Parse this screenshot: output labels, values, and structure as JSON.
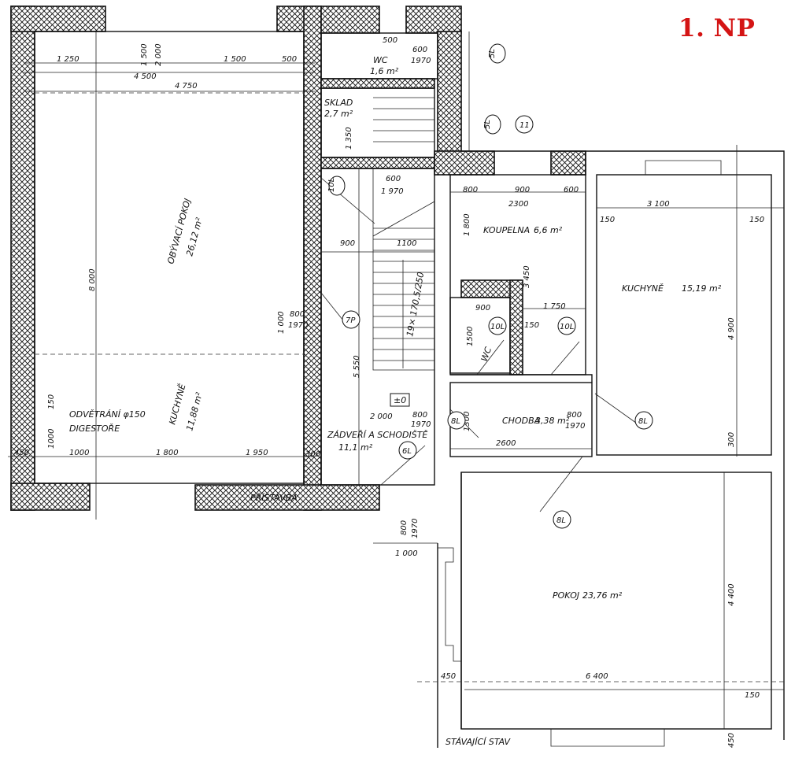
{
  "title": "1. NP",
  "rooms": {
    "obyvaci": "OBÝVACÍ POKOJ",
    "obyvaci_area": "26,12 m²",
    "kuchyne_left": "KUCHYNĚ",
    "kuchyne_left_area": "11,88 m²",
    "odvetrani": "ODVĚTRÁNÍ φ150",
    "digestore": "DIGESTOŘE",
    "zadveri": "ZÁDVEŘÍ A SCHODIŠTĚ",
    "zadveri_area": "11,1 m²",
    "wc_top": "WC",
    "wc_top_area": "1,6 m²",
    "sklad": "SKLAD",
    "sklad_area": "2,7 m²",
    "koupelna": "KOUPELNA",
    "koupelna_area": "6,6 m²",
    "wc_mid": "WC",
    "chodba": "CHODBA",
    "chodba_area": "3,38 m²",
    "kuchyne_right": "KUCHYNĚ",
    "kuchyne_right_area": "15,19 m²",
    "pokoj": "POKOJ",
    "pokoj_area": "23,76 m²",
    "pristavba": "PŘÍSTAVBA",
    "stavajici": "STÁVAJÍCÍ STAV",
    "level": "±0",
    "stairs": "19× 170,5/250"
  },
  "dimensions": {
    "d1250": "1 250",
    "d1500a": "1 500",
    "d2000": "2 000",
    "d1500b": "1 500",
    "d500a": "500",
    "d4500": "4 500",
    "d4750": "4 750",
    "d8000": "8 000",
    "d1000a": "1 000",
    "d1800": "1 800",
    "d1950": "1 950",
    "d150a": "150",
    "d1000b": "1000",
    "d450a": "450",
    "d300a": "300",
    "d800a": "800",
    "d1970a": "1970",
    "d1000c": "1000",
    "d900": "900",
    "d1100": "1100",
    "d5550": "5 550",
    "d2000b": "2 000",
    "d800b": "800",
    "d1970b": "1970",
    "d1000d": "1 000",
    "d800c": "800",
    "d1970c": "1970",
    "d600a": "600",
    "d1970d": "1 970",
    "d500b": "500",
    "d600b": "600",
    "d1970e": "1970",
    "d1350": "1 350",
    "d800d": "800",
    "d900b": "900",
    "d600c": "600",
    "d2300": "2300",
    "d1800b": "1 800",
    "d3450": "3 450",
    "d1750": "1 750",
    "d150b": "150",
    "d1300": "1300",
    "d2600": "2600",
    "d800e": "800",
    "d1970f": "1970",
    "d3100": "3 100",
    "d150c": "150",
    "d150d": "150",
    "d4900": "4 900",
    "d300b": "300",
    "d4400": "4 400",
    "d6400": "6 400",
    "d450b": "450",
    "d150e": "150",
    "d450c": "450",
    "d1500c": "1500",
    "d900d": "900"
  },
  "tags": {
    "t5l_a": "5L",
    "t5l_b": "5L",
    "t11": "11",
    "t10l_a": "10L",
    "t7p": "7P",
    "t10l_b": "10L",
    "t10l_c": "10L",
    "t8l_a": "8L",
    "t8l_b": "8L",
    "t8l_c": "8L",
    "t6l": "6L"
  }
}
